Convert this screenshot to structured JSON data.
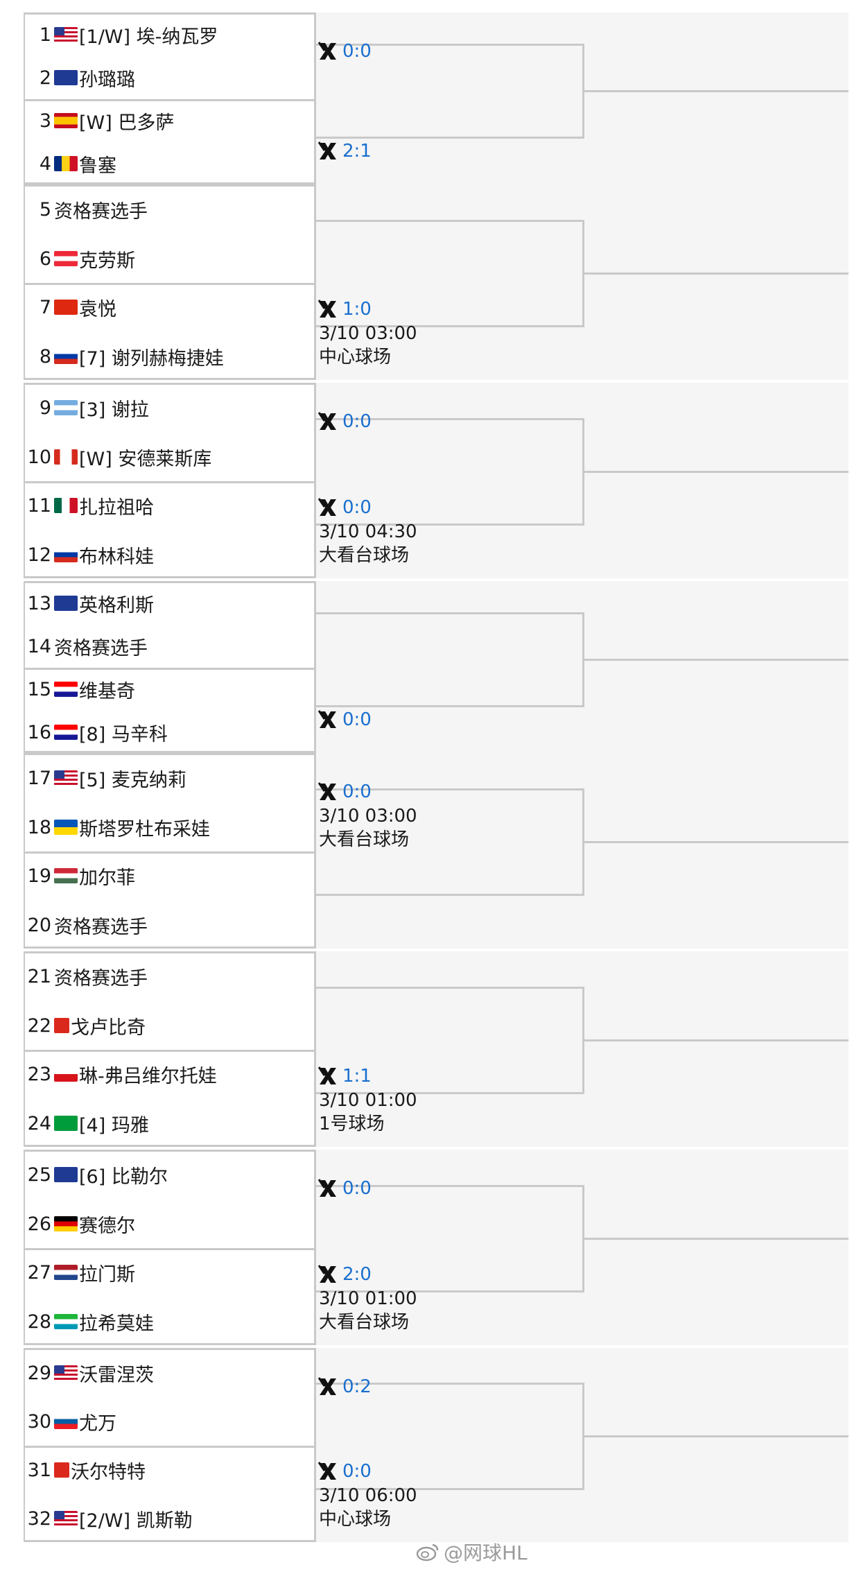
{
  "colors": {
    "score_blue": "#1a6fcf",
    "border_gray": "#c9c9c9",
    "band_gray": "#f5f5f5"
  },
  "icons": {
    "score_icon": "x-logo-icon",
    "watermark_icon": "weibo-icon"
  },
  "players": [
    {
      "num": "1",
      "flag": "us",
      "name": "[1/W] 埃-纳瓦罗"
    },
    {
      "num": "2",
      "flag": "au",
      "name": "孙璐璐"
    },
    {
      "num": "3",
      "flag": "es",
      "name": "[W] 巴多萨"
    },
    {
      "num": "4",
      "flag": "ro",
      "name": "鲁塞"
    },
    {
      "num": "5",
      "flag": "",
      "name": "资格赛选手"
    },
    {
      "num": "6",
      "flag": "at",
      "name": "克劳斯"
    },
    {
      "num": "7",
      "flag": "cn",
      "name": "袁悦"
    },
    {
      "num": "8",
      "flag": "ru",
      "name": "[7] 谢列赫梅捷娃"
    },
    {
      "num": "9",
      "flag": "ar",
      "name": "[3] 谢拉"
    },
    {
      "num": "10",
      "flag": "ca",
      "name": "[W] 安德莱斯库"
    },
    {
      "num": "11",
      "flag": "mx",
      "name": "扎拉祖哈"
    },
    {
      "num": "12",
      "flag": "ru",
      "name": "布林科娃"
    },
    {
      "num": "13",
      "flag": "au",
      "name": "英格利斯"
    },
    {
      "num": "14",
      "flag": "",
      "name": "资格赛选手"
    },
    {
      "num": "15",
      "flag": "hr",
      "name": "维基奇"
    },
    {
      "num": "16",
      "flag": "hr",
      "name": "[8] 马辛科"
    },
    {
      "num": "17",
      "flag": "us",
      "name": "[5] 麦克纳莉"
    },
    {
      "num": "18",
      "flag": "ua",
      "name": "斯塔罗杜布采娃"
    },
    {
      "num": "19",
      "flag": "hu",
      "name": "加尔菲"
    },
    {
      "num": "20",
      "flag": "",
      "name": "资格赛选手"
    },
    {
      "num": "21",
      "flag": "",
      "name": "资格赛选手"
    },
    {
      "num": "22",
      "flag": "ch",
      "name": "戈卢比奇"
    },
    {
      "num": "23",
      "flag": "cz",
      "name": "琳-弗吕维尔托娃"
    },
    {
      "num": "24",
      "flag": "br",
      "name": "[4] 玛雅"
    },
    {
      "num": "25",
      "flag": "au",
      "name": "[6] 比勒尔"
    },
    {
      "num": "26",
      "flag": "de",
      "name": "赛德尔"
    },
    {
      "num": "27",
      "flag": "nl",
      "name": "拉门斯"
    },
    {
      "num": "28",
      "flag": "uz",
      "name": "拉希莫娃"
    },
    {
      "num": "29",
      "flag": "us",
      "name": "沃雷涅茨"
    },
    {
      "num": "30",
      "flag": "si",
      "name": "尤万"
    },
    {
      "num": "31",
      "flag": "ch",
      "name": "沃尔特特"
    },
    {
      "num": "32",
      "flag": "us",
      "name": "[2/W] 凯斯勒"
    }
  ],
  "matches": [
    {
      "score": "0:0",
      "time": "",
      "court": ""
    },
    {
      "score": "2:1",
      "time": "",
      "court": ""
    },
    {
      "score": "",
      "time": "",
      "court": ""
    },
    {
      "score": "1:0",
      "time": "3/10 03:00",
      "court": "中心球场"
    },
    {
      "score": "0:0",
      "time": "",
      "court": ""
    },
    {
      "score": "0:0",
      "time": "3/10 04:30",
      "court": "大看台球场"
    },
    {
      "score": "",
      "time": "",
      "court": ""
    },
    {
      "score": "0:0",
      "time": "",
      "court": ""
    },
    {
      "score": "0:0",
      "time": "3/10 03:00",
      "court": "大看台球场"
    },
    {
      "score": "",
      "time": "",
      "court": ""
    },
    {
      "score": "",
      "time": "",
      "court": ""
    },
    {
      "score": "1:1",
      "time": "3/10 01:00",
      "court": "1号球场"
    },
    {
      "score": "0:0",
      "time": "",
      "court": ""
    },
    {
      "score": "2:0",
      "time": "3/10 01:00",
      "court": "大看台球场"
    },
    {
      "score": "0:2",
      "time": "",
      "court": ""
    },
    {
      "score": "0:0",
      "time": "3/10 06:00",
      "court": "中心球场"
    }
  ],
  "watermark": "@网球HL"
}
